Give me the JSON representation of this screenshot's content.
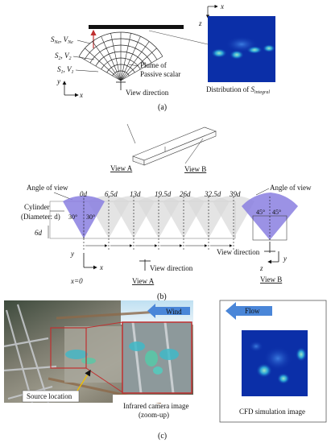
{
  "panel_a": {
    "label": "(a)",
    "fan_label_top": "S_{N_e}, V_{N_e}",
    "fan_label_mid": "S_2, V_2",
    "fan_label_low": "S_1, V_1",
    "plume_label_1": "Plume of",
    "plume_label_2": "Passive scalar",
    "view_direction": "View direction",
    "axis_y": "y",
    "axis_x": "x",
    "inset_axis_x": "x",
    "inset_axis_z": "z",
    "distribution_label": "Distribution of S_integral"
  },
  "box_views": {
    "view_a": "View A",
    "view_b": "View B"
  },
  "panel_b": {
    "label": "(b)",
    "angle_of_view_left": "Angle of view",
    "angle_of_view_right": "Angle of view",
    "cylinder_1": "Cylinder",
    "cylinder_2": "(Diameter: d)",
    "six_d": "6d",
    "distances": [
      "0d",
      "6.5d",
      "13d",
      "19.5d",
      "26d",
      "32.5d",
      "39d"
    ],
    "angle_left": "30°",
    "angle_right": "30°",
    "angle_b_left": "45°",
    "angle_b_right": "45°",
    "axis_y": "y",
    "axis_x": "x",
    "x_zero": "x=0",
    "view_direction_a": "View direction",
    "view_a": "View A",
    "view_direction_b": "View direction",
    "axis_z_b": "z",
    "axis_y_b": "y",
    "view_b": "View B"
  },
  "panel_c": {
    "label": "(c)",
    "wind": "Wind",
    "flow": "Flow",
    "source_location": "Source location",
    "infrared_1": "Infrared camera image",
    "infrared_2": "(zoom-up)",
    "cfd": "CFD simulation image"
  },
  "colors": {
    "view_fill": "#8a7fe0",
    "arrow_blue": "#4a86d8",
    "cfd_dark": "#0b2fa8",
    "plume_light": "#3fb8c8",
    "zoom_red": "#c03030",
    "rod": "#111111"
  }
}
